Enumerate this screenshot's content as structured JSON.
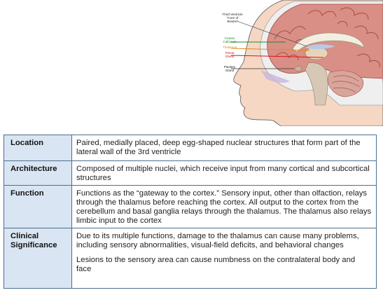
{
  "figure": {
    "labels": {
      "third_ventricle": "Third Ventricle\n\"Core of\nBrains\"",
      "corpus_callosum": "Corpus\nCallosum",
      "thalamus": "Thalamus",
      "pineal_gland": "Pineal\nGland",
      "pituitary_gland": "Pituitary\nGland"
    },
    "label_colors": {
      "third_ventricle": "#1a1a1a",
      "corpus_callosum": "#1f8c2a",
      "thalamus": "#e08a1e",
      "pineal_gland": "#d11a1a",
      "pituitary_gland": "#1a1a1a"
    }
  },
  "table": {
    "rows": [
      {
        "heading": "Location",
        "paragraphs": [
          "Paired, medially placed, deep egg-shaped nuclear structures that form part of the lateral wall of the 3rd ventricle"
        ]
      },
      {
        "heading": "Architecture",
        "paragraphs": [
          "Composed of multiple nuclei, which receive input from many cortical and subcortical structures"
        ]
      },
      {
        "heading": "Function",
        "paragraphs": [
          "Functions as the “gateway to the cortex.” Sensory input, other than olfaction, relays through the thalamus before reaching the cortex. All output to the cortex from the cerebellum and basal ganglia relays through the thalamus. The thalamus also relays limbic input to the cortex"
        ]
      },
      {
        "heading": "Clinical Significance",
        "paragraphs": [
          "Due to its multiple functions, damage to the thalamus can cause many problems, including sensory abnormalities, visual-field deficits, and behavioral changes",
          "Lesions to the sensory area can cause numbness on the contralateral body and face"
        ]
      }
    ]
  }
}
